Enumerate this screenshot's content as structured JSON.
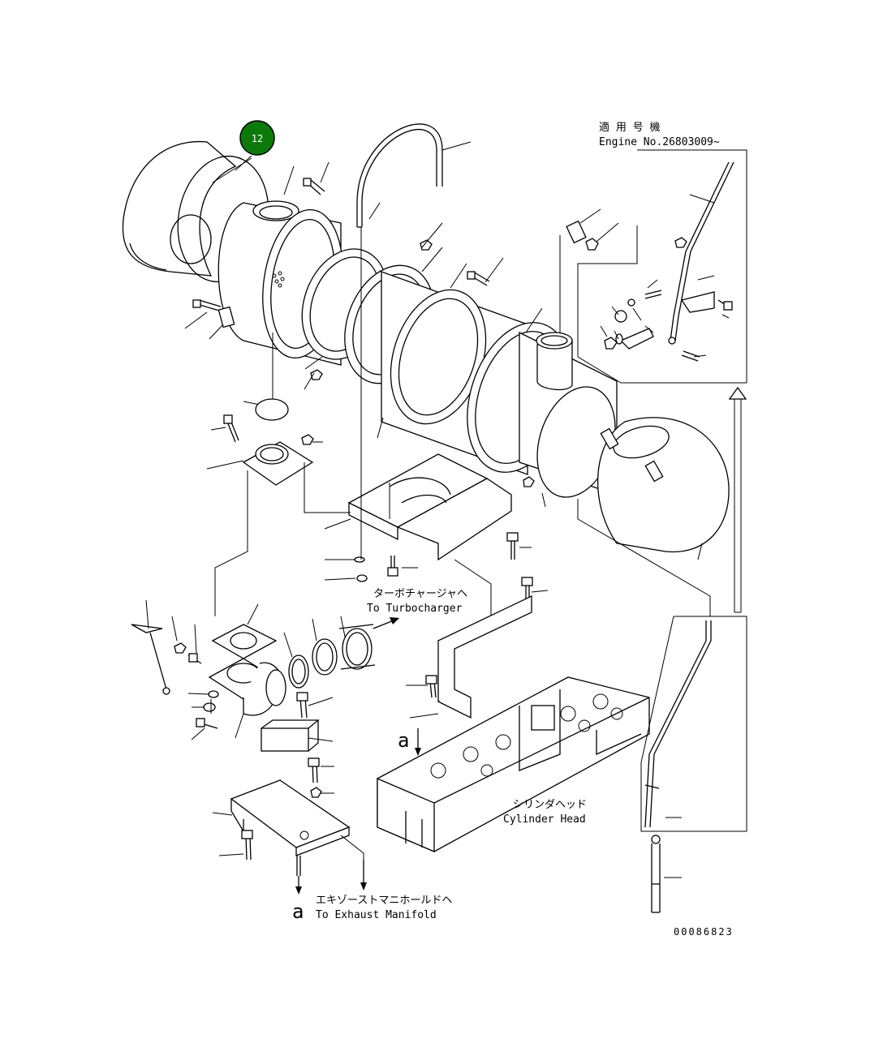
{
  "callout": {
    "number": "12",
    "color": "#0b7a0b"
  },
  "serial_note": {
    "jp": "適 用 号 機",
    "en": "Engine No.26803009~"
  },
  "labels": {
    "turbo_jp": "ターボチャージャヘ",
    "turbo_en": "To Turbocharger",
    "head_jp": "シリンダヘッド",
    "head_en": "Cylinder Head",
    "exhaust_jp": "エキゾーストマニホールドヘ",
    "exhaust_en": "To Exhaust Manifold",
    "ref_a": "a",
    "ref_a2": "a"
  },
  "drawing_number": "00086823",
  "colors": {
    "line": "#000000",
    "callout_fill": "#0b7a0b",
    "callout_text": "#ffffff"
  }
}
